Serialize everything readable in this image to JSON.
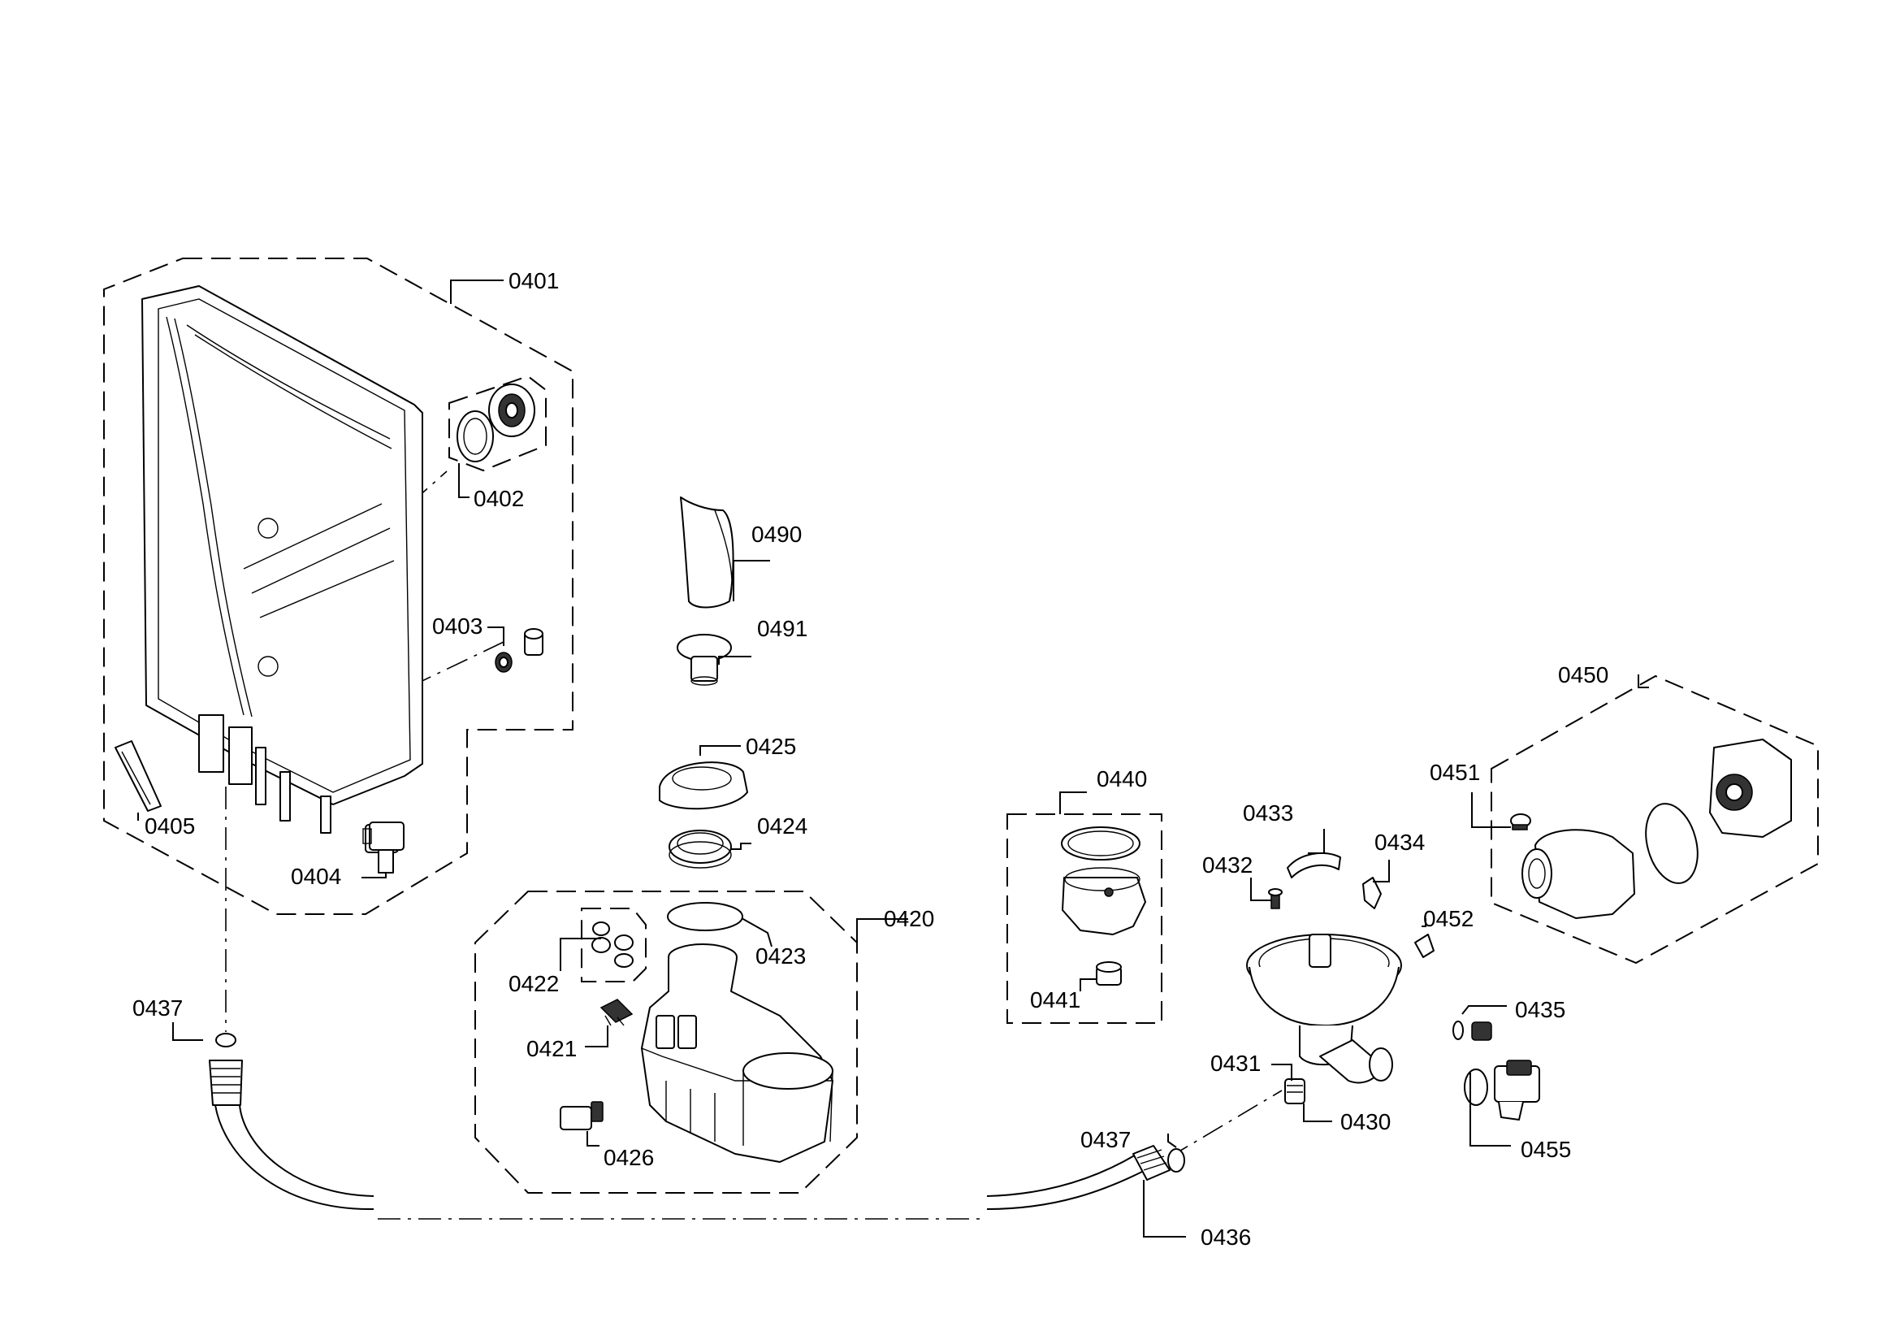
{
  "labels": {
    "p0401": "0401",
    "p0402": "0402",
    "p0403": "0403",
    "p0404": "0404",
    "p0405": "0405",
    "p0490": "0490",
    "p0491": "0491",
    "p0425": "0425",
    "p0424": "0424",
    "p0420": "0420",
    "p0423": "0423",
    "p0422": "0422",
    "p0421": "0421",
    "p0426": "0426",
    "p0440": "0440",
    "p0441": "0441",
    "p0433": "0433",
    "p0434": "0434",
    "p0432": "0432",
    "p0452": "0452",
    "p0431": "0431",
    "p0430": "0430",
    "p0450": "0450",
    "p0451": "0451",
    "p0435": "0435",
    "p0455": "0455",
    "p0437a": "0437",
    "p0437b": "0437",
    "p0436": "0436"
  },
  "icons": {
    "side_panel": "water-distribution-panel-icon",
    "wash_pump": "circulation-pump-icon",
    "sump": "sump-housing-icon",
    "drain_hose": "drain-hose-icon"
  }
}
